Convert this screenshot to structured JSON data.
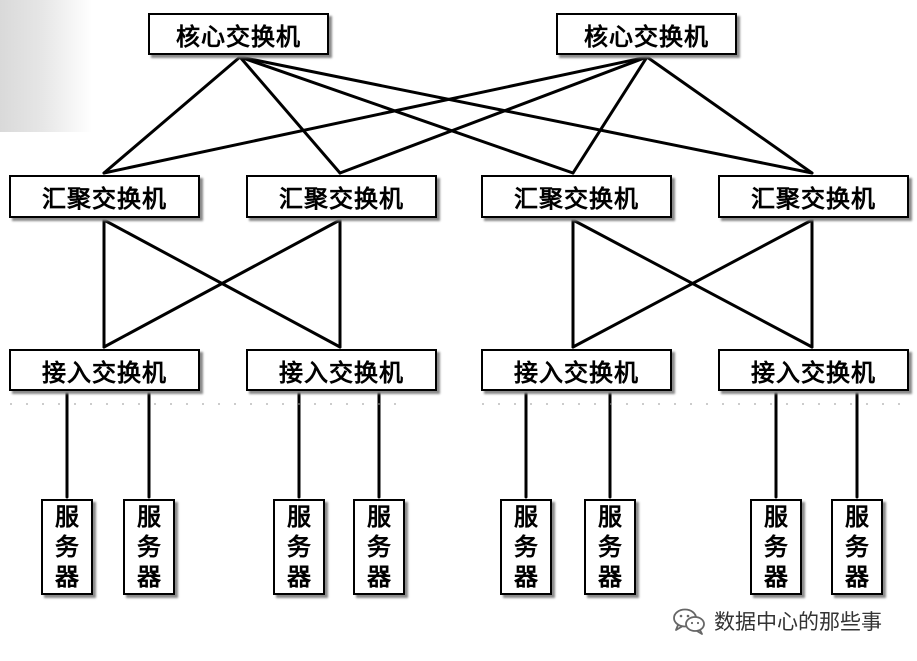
{
  "core_switches": [
    {
      "label": "核心交换机"
    },
    {
      "label": "核心交换机"
    }
  ],
  "aggregation_switches": [
    {
      "label": "汇聚交换机"
    },
    {
      "label": "汇聚交换机"
    },
    {
      "label": "汇聚交换机"
    },
    {
      "label": "汇聚交换机"
    }
  ],
  "access_switches": [
    {
      "label": "接入交换机"
    },
    {
      "label": "接入交换机"
    },
    {
      "label": "接入交换机"
    },
    {
      "label": "接入交换机"
    }
  ],
  "servers": [
    {
      "chars": [
        "服",
        "务",
        "器"
      ]
    },
    {
      "chars": [
        "服",
        "务",
        "器"
      ]
    },
    {
      "chars": [
        "服",
        "务",
        "器"
      ]
    },
    {
      "chars": [
        "服",
        "务",
        "器"
      ]
    },
    {
      "chars": [
        "服",
        "务",
        "器"
      ]
    },
    {
      "chars": [
        "服",
        "务",
        "器"
      ]
    },
    {
      "chars": [
        "服",
        "务",
        "器"
      ]
    },
    {
      "chars": [
        "服",
        "务",
        "器"
      ]
    }
  ],
  "watermark": {
    "text": "数据中心的那些事",
    "icon": "wechat-icon"
  }
}
